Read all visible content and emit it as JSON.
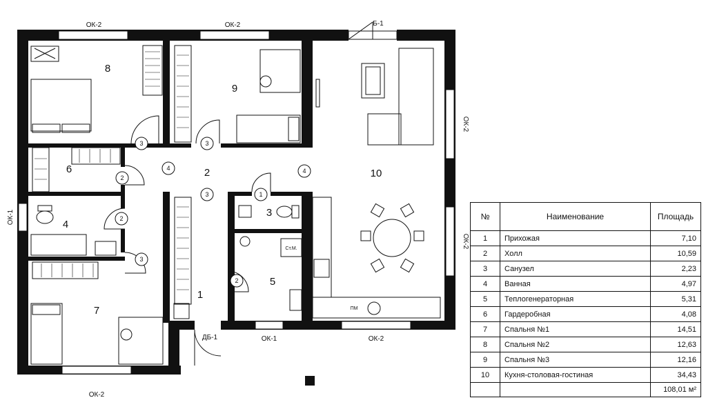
{
  "rooms": [
    {
      "num": "1"
    },
    {
      "num": "2"
    },
    {
      "num": "3"
    },
    {
      "num": "4"
    },
    {
      "num": "5"
    },
    {
      "num": "6"
    },
    {
      "num": "7"
    },
    {
      "num": "8"
    },
    {
      "num": "9"
    },
    {
      "num": "10"
    }
  ],
  "windows": {
    "top_left": "ОК-2",
    "top_mid": "ОК-2",
    "balcony": "Б-1",
    "right_top": "ОК-2",
    "right_bottom": "ОК-2",
    "left": "ОК-1",
    "bottom_left": "ОК-2",
    "bottom_mid": "ОК-1",
    "bottom_right": "ОК-2",
    "entrance_door": "ДБ-1"
  },
  "door_marks": [
    "3",
    "3",
    "4",
    "2",
    "3",
    "1",
    "2",
    "2",
    "3",
    "4"
  ],
  "fixture_labels": {
    "pm": "ПМ",
    "washer": "Ст.М."
  },
  "table": {
    "headers": {
      "num": "№",
      "name": "Наименование",
      "area": "Площадь"
    },
    "rows": [
      {
        "num": "1",
        "name": "Прихожая",
        "area": "7,10"
      },
      {
        "num": "2",
        "name": "Холл",
        "area": "10,59"
      },
      {
        "num": "3",
        "name": "Санузел",
        "area": "2,23"
      },
      {
        "num": "4",
        "name": "Ванная",
        "area": "4,97"
      },
      {
        "num": "5",
        "name": "Теплогенераторная",
        "area": "5,31"
      },
      {
        "num": "6",
        "name": "Гардеробная",
        "area": "4,08"
      },
      {
        "num": "7",
        "name": "Спальня №1",
        "area": "14,51"
      },
      {
        "num": "8",
        "name": "Спальня №2",
        "area": "12,63"
      },
      {
        "num": "9",
        "name": "Спальня №3",
        "area": "12,16"
      },
      {
        "num": "10",
        "name": "Кухня-столовая-гостиная",
        "area": "34,43"
      }
    ],
    "total": "108,01 м²"
  }
}
